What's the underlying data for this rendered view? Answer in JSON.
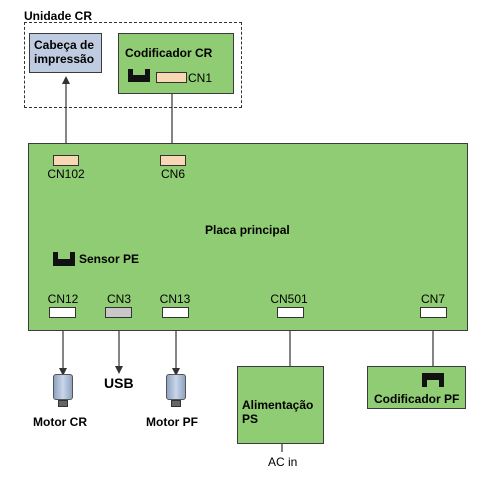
{
  "cr_unit": {
    "label": "Unidade CR"
  },
  "print_head": {
    "label": "Cabeça de impressão"
  },
  "cr_encoder": {
    "label": "Codificador CR",
    "connector": "CN1"
  },
  "main_board": {
    "label": "Placa principal",
    "pe_sensor_label": "Sensor PE",
    "connectors": {
      "cn102": "CN102",
      "cn6": "CN6",
      "cn12": "CN12",
      "cn3": "CN3",
      "cn13": "CN13",
      "cn501": "CN501",
      "cn7": "CN7"
    }
  },
  "usb": {
    "label": "USB"
  },
  "cr_motor": {
    "label": "Motor CR"
  },
  "pf_motor": {
    "label": "Motor PF"
  },
  "power_supply": {
    "label": "Alimentação PS",
    "input_label": "AC in"
  },
  "pf_encoder": {
    "label": "Codificador PF"
  }
}
